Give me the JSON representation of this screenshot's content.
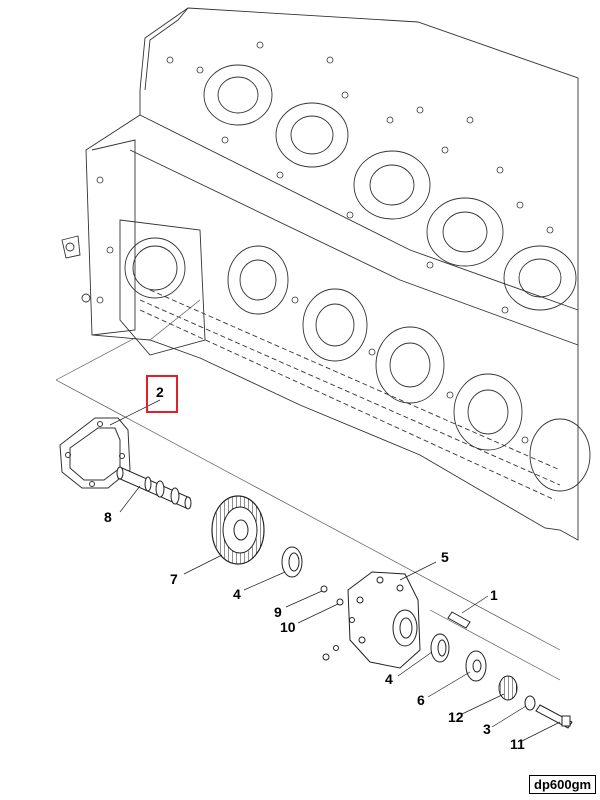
{
  "figure": {
    "reference_code": "dp600gm",
    "highlight_color": "#e3202a",
    "highlighted_callout": "2",
    "callouts": [
      {
        "id": "c2",
        "label": "2"
      },
      {
        "id": "c8",
        "label": "8"
      },
      {
        "id": "c7",
        "label": "7"
      },
      {
        "id": "c4a",
        "label": "4"
      },
      {
        "id": "c5",
        "label": "5"
      },
      {
        "id": "c9",
        "label": "9"
      },
      {
        "id": "c10",
        "label": "10"
      },
      {
        "id": "c1",
        "label": "1"
      },
      {
        "id": "c4b",
        "label": "4"
      },
      {
        "id": "c6",
        "label": "6"
      },
      {
        "id": "c12",
        "label": "12"
      },
      {
        "id": "c3",
        "label": "3"
      },
      {
        "id": "c11",
        "label": "11"
      }
    ]
  }
}
